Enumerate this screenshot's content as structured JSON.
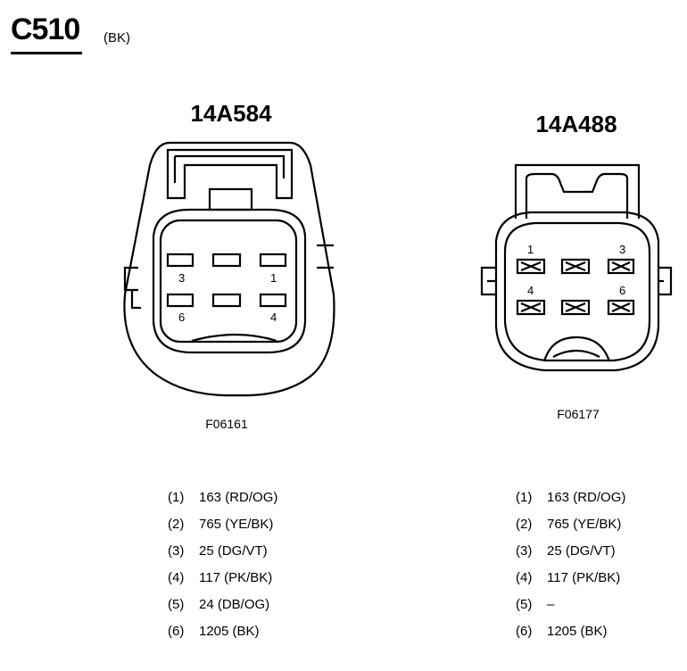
{
  "header": {
    "connector_id": "C510",
    "connector_color": "(BK)"
  },
  "connectors": [
    {
      "part_number": "14A584",
      "figure_id": "F06161",
      "pin_labels": [
        "3",
        "1",
        "6",
        "4"
      ],
      "pins": [
        {
          "num": "(1)",
          "circuit": "163 (RD/OG)"
        },
        {
          "num": "(2)",
          "circuit": "765 (YE/BK)"
        },
        {
          "num": "(3)",
          "circuit": "25 (DG/VT)"
        },
        {
          "num": "(4)",
          "circuit": "117 (PK/BK)"
        },
        {
          "num": "(5)",
          "circuit": "24 (DB/OG)"
        },
        {
          "num": "(6)",
          "circuit": "1205 (BK)"
        }
      ]
    },
    {
      "part_number": "14A488",
      "figure_id": "F06177",
      "pin_labels": [
        "1",
        "3",
        "4",
        "6"
      ],
      "pins": [
        {
          "num": "(1)",
          "circuit": "163 (RD/OG)"
        },
        {
          "num": "(2)",
          "circuit": "765 (YE/BK)"
        },
        {
          "num": "(3)",
          "circuit": "25 (DG/VT)"
        },
        {
          "num": "(4)",
          "circuit": "117 (PK/BK)"
        },
        {
          "num": "(5)",
          "circuit": "–"
        },
        {
          "num": "(6)",
          "circuit": "1205 (BK)"
        }
      ]
    }
  ]
}
